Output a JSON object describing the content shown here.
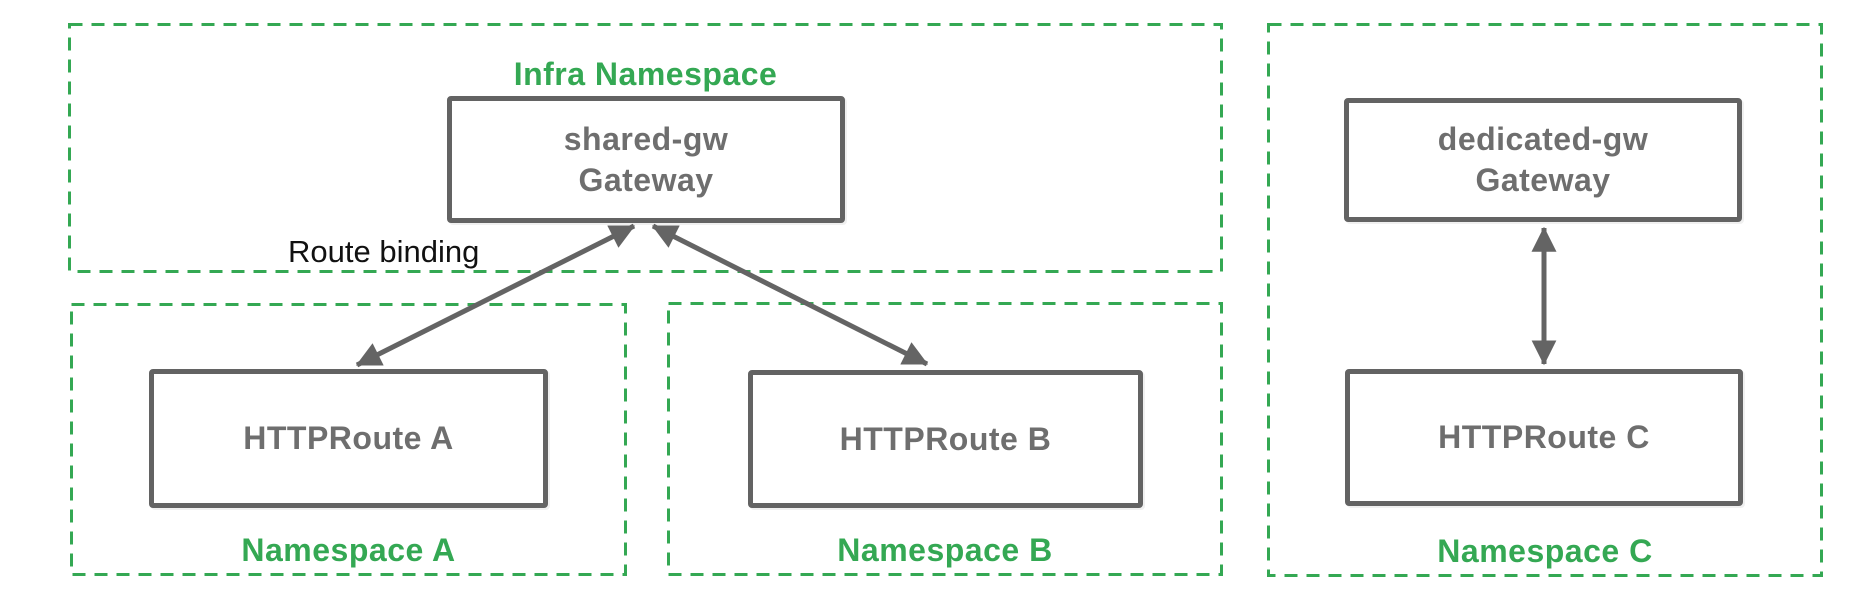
{
  "colors": {
    "namespace_green": "#34a853",
    "box_border_gray": "#636363",
    "box_text_gray": "#6e6e6e",
    "arrow_gray": "#646464",
    "annotation_black": "#111111"
  },
  "infra_namespace": {
    "label": "Infra Namespace",
    "gateway": {
      "line1": "shared-gw",
      "line2": "Gateway"
    }
  },
  "namespace_a": {
    "label": "Namespace A",
    "route_label": "HTTPRoute A"
  },
  "namespace_b": {
    "label": "Namespace B",
    "route_label": "HTTPRoute B"
  },
  "namespace_c": {
    "label": "Namespace C",
    "gateway": {
      "line1": "dedicated-gw",
      "line2": "Gateway"
    },
    "route_label": "HTTPRoute C"
  },
  "annotations": {
    "route_binding": "Route binding"
  }
}
